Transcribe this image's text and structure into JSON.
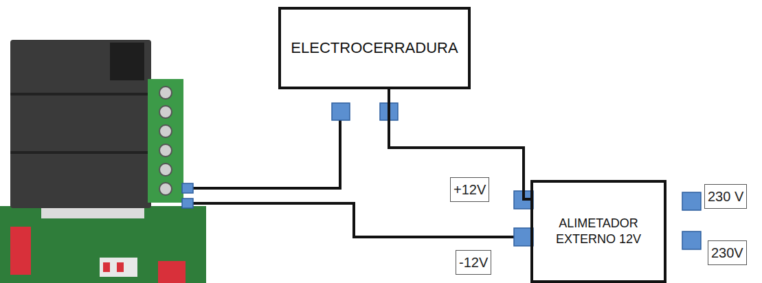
{
  "diagram": {
    "nodes": [
      {
        "text": [
          "ELECTROCERRADURA"
        ]
      },
      {
        "text": [
          "ALIMETADOR EXTERNO 12V"
        ]
      }
    ],
    "edges": [
      {
        "from": 0,
        "to": 1,
        "arrow": "none"
      }
    ],
    "labels": [
      "+12V",
      "-12V",
      "230 V",
      "230V"
    ]
  }
}
